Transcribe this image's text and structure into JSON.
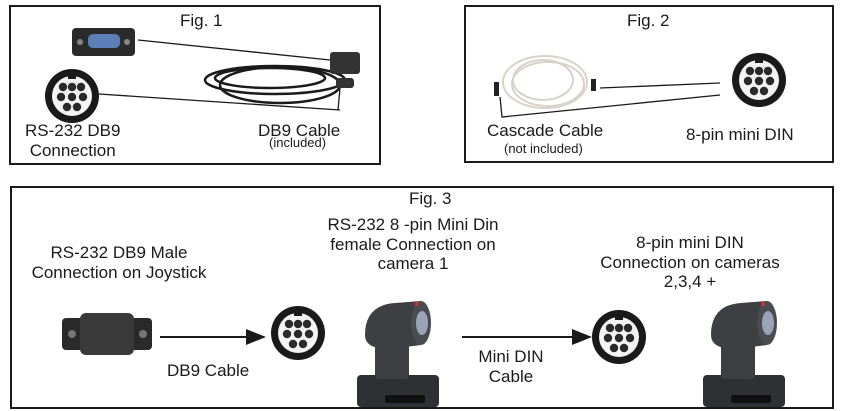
{
  "fig1": {
    "title": "Fig. 1",
    "port_label_line1": "RS-232 DB9",
    "port_label_line2": "Connection",
    "cable_label": "DB9 Cable",
    "cable_note": "(included)"
  },
  "fig2": {
    "title": "Fig. 2",
    "cable_label": "Cascade Cable",
    "cable_note": "(not included)",
    "connector_label": "8-pin mini DIN"
  },
  "fig3": {
    "title": "Fig. 3",
    "joystick_label_line1": "RS-232 DB9 Male",
    "joystick_label_line2": "Connection on Joystick",
    "camera1_label_line1": "RS-232 8 -pin Mini Din",
    "camera1_label_line2": "female Connection on",
    "camera1_label_line3": "camera 1",
    "cameras_label_line1": "8-pin mini DIN",
    "cameras_label_line2": "Connection on cameras",
    "cameras_label_line3": "2,3,4 +",
    "db9_cable_label": "DB9 Cable",
    "mini_din_cable_line1": "Mini DIN",
    "mini_din_cable_line2": "Cable"
  },
  "colors": {
    "camera_body": "#3d3f42",
    "db9_port": "#5b7fb8",
    "cascade_cable": "#e8e4dc",
    "border": "#1a1a1a"
  }
}
